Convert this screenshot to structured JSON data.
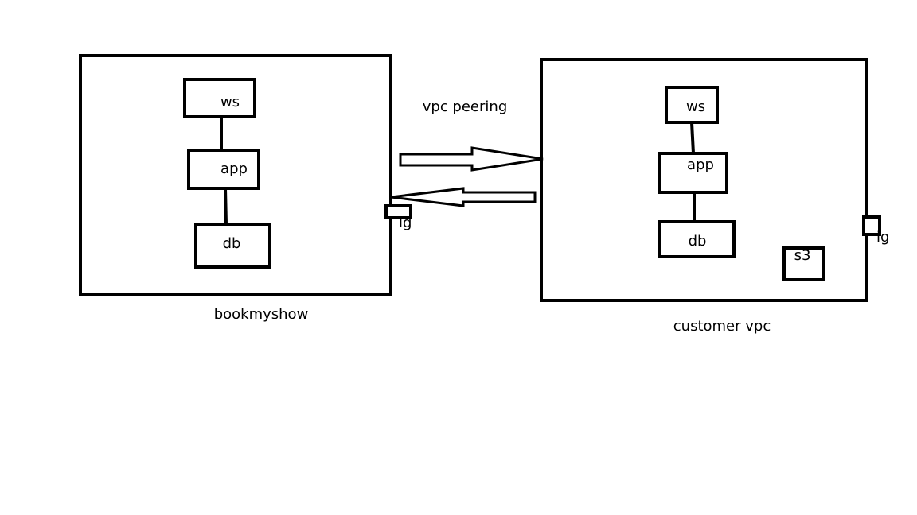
{
  "vpcs": [
    {
      "name": "bookmyshow",
      "components": {
        "web": "ws",
        "app": "app",
        "database": "db"
      },
      "gateway": "ig"
    },
    {
      "name": "customer vpc",
      "components": {
        "web": "ws",
        "app": "app",
        "database": "db",
        "storage": "s3"
      },
      "gateway": "ig"
    }
  ],
  "connection": {
    "label": "vpc peering"
  }
}
